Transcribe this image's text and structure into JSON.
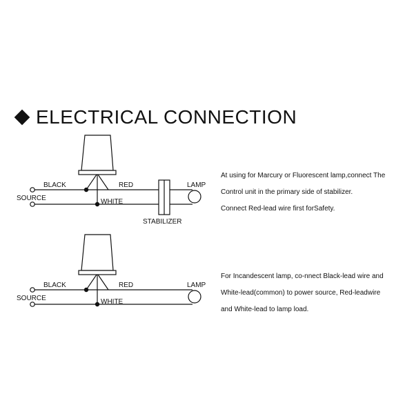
{
  "title": "ELECTRICAL CONNECTION",
  "title_icon": "diamond-bullet-icon",
  "diagrams": [
    {
      "labels": {
        "black": "BLACK",
        "red": "RED",
        "source": "SOURCE",
        "white": "WHITE",
        "lamp": "LAMP",
        "stabilizer": "STABILIZER"
      },
      "description": [
        "At using for Marcury or Fluorescent lamp,connect The",
        "Control unit in the primary side of stabilizer.",
        "Connect Red-lead wire first forSafety."
      ]
    },
    {
      "labels": {
        "black": "BLACK",
        "red": "RED",
        "source": "SOURCE",
        "white": "WHITE",
        "lamp": "LAMP"
      },
      "description": [
        "For Incandescent lamp, co-nnect Black-lead wire and",
        "White-lead(common) to power source, Red-leadwire",
        "and White-lead to lamp load."
      ]
    }
  ],
  "colors": {
    "ink": "#111111",
    "background": "#ffffff"
  }
}
